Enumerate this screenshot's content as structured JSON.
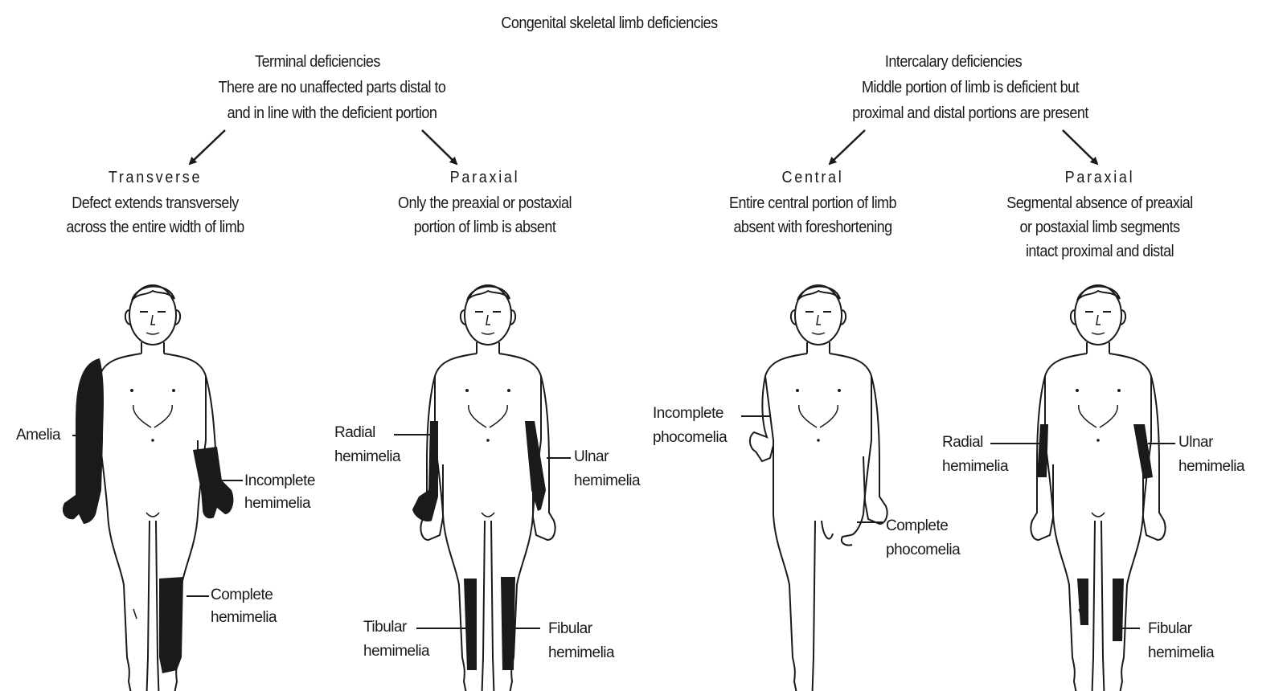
{
  "title": "Congenital skeletal limb deficiencies",
  "terminal": {
    "heading": "Terminal deficiencies",
    "desc_line1": "There are no unaffected parts distal to",
    "desc_line2": "and in line with the deficient portion"
  },
  "intercalary": {
    "heading": "Intercalary deficiencies",
    "desc_line1": "Middle portion of limb is deficient but",
    "desc_line2": "proximal and distal portions are present"
  },
  "columns": [
    {
      "name": "Transverse",
      "line1": "Defect extends transversely",
      "line2": "across the entire width of limb",
      "line3": "",
      "labels": {
        "amelia": "Amelia",
        "incomplete_1": "Incomplete",
        "incomplete_2": "hemimelia",
        "complete_1": "Complete",
        "complete_2": "hemimelia"
      }
    },
    {
      "name": "Paraxial",
      "line1": "Only the preaxial or postaxial",
      "line2": "portion of limb is absent",
      "line3": "",
      "labels": {
        "radial_1": "Radial",
        "radial_2": "hemimelia",
        "ulnar_1": "Ulnar",
        "ulnar_2": "hemimelia",
        "tibular_1": "Tibular",
        "tibular_2": "hemimelia",
        "fibular_1": "Fibular",
        "fibular_2": "hemimelia"
      }
    },
    {
      "name": "Central",
      "line1": "Entire central portion of limb",
      "line2": "absent with foreshortening",
      "line3": "",
      "labels": {
        "incomplete_1": "Incomplete",
        "incomplete_2": "phocomelia",
        "complete_1": "Complete",
        "complete_2": "phocomelia"
      }
    },
    {
      "name": "Paraxial",
      "line1": "Segmental absence of preaxial",
      "line2": "or postaxial limb segments",
      "line3": "intact proximal and distal",
      "labels": {
        "radial_1": "Radial",
        "radial_2": "hemimelia",
        "ulnar_1": "Ulnar",
        "ulnar_2": "hemimelia",
        "fibular_1": "Fibular",
        "fibular_2": "hemimelia"
      }
    }
  ],
  "colors": {
    "ink": "#1a1a1a",
    "background": "#ffffff"
  }
}
